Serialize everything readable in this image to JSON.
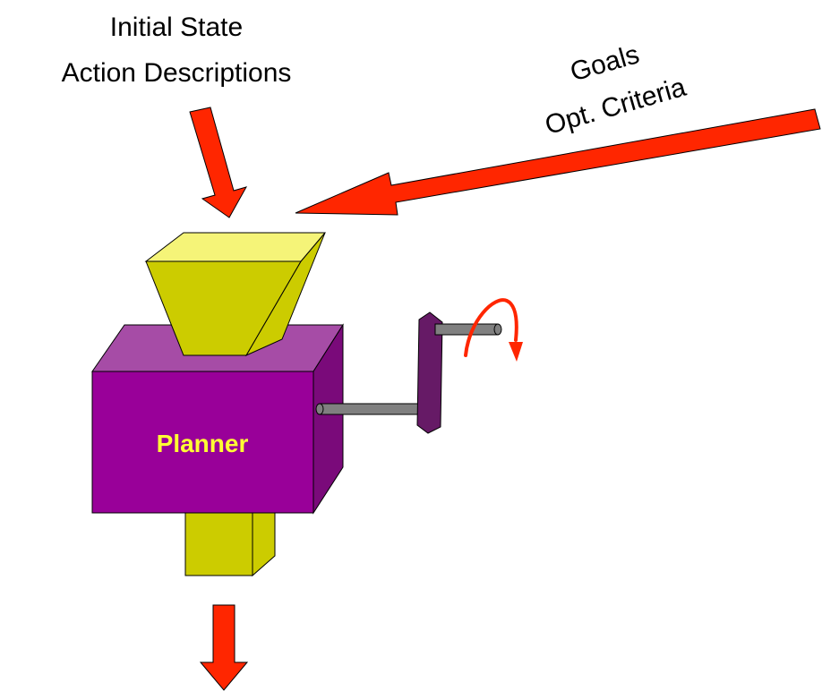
{
  "inputs": {
    "left": {
      "line1": "Initial State",
      "line2": "Action Descriptions"
    },
    "right": {
      "line1": "Goals",
      "line2": "Opt. Criteria"
    }
  },
  "planner": {
    "label": "Planner"
  },
  "colors": {
    "arrow": "#ff2600",
    "hopper": "#f5f478",
    "hopper_side": "#cccc00",
    "box_front": "#990099",
    "box_top": "#a64ca6",
    "box_side": "#7a0a7a",
    "crank_handle": "#661a66",
    "shaft": "#808080",
    "planner_text": "#ffff33"
  }
}
